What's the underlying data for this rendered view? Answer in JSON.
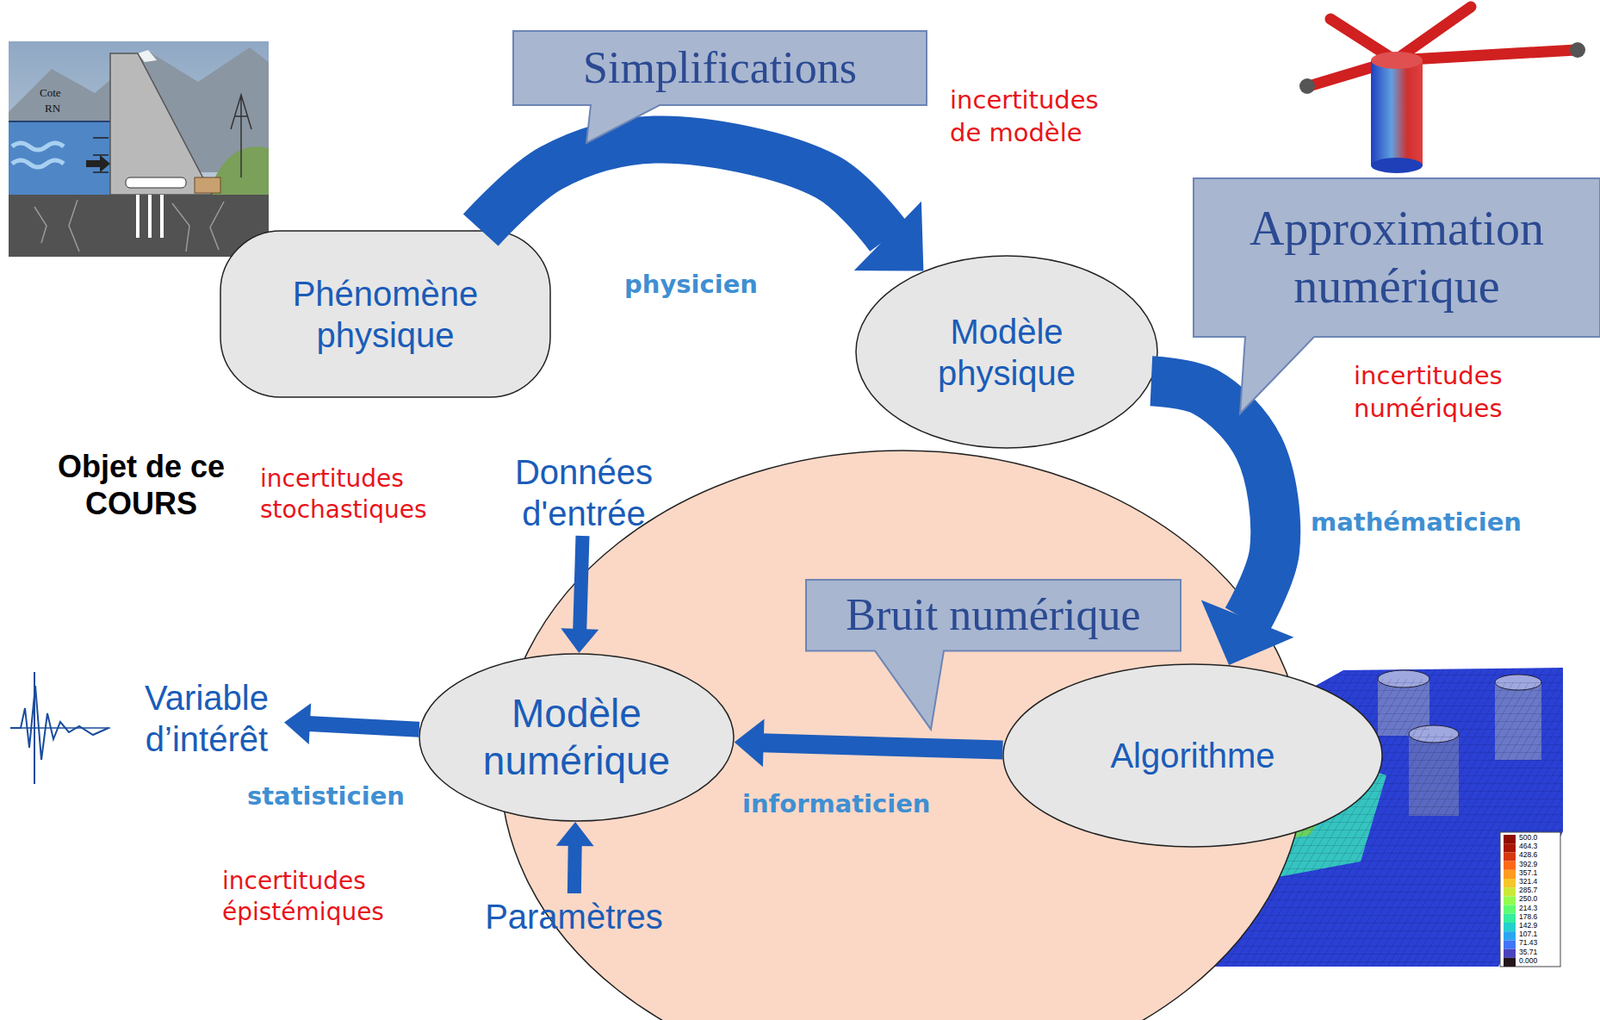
{
  "diagram": {
    "nodes": [
      {
        "text": [
          "Simplifications"
        ]
      },
      {
        "text": [
          "Phénomène physique"
        ]
      },
      {
        "text": [
          "Modèle physique"
        ]
      },
      {
        "text": [
          "Approximation numérique"
        ]
      },
      {
        "text": [
          "Objet de ce COURS"
        ]
      },
      {
        "text": [
          "Données d'entrée"
        ],
        "in": 4
      },
      {
        "text": [
          "Variable d’intérêt"
        ],
        "in": 4
      },
      {
        "text": [
          "Modèle numérique"
        ],
        "in": 4
      },
      {
        "text": [
          "Paramètres"
        ],
        "in": 4
      },
      {
        "text": [
          "Bruit numérique"
        ]
      },
      {
        "text": [
          "Algorithme"
        ]
      }
    ],
    "edges": [
      {
        "from": 1,
        "to": 2,
        "arrow": "to",
        "label": "physicien"
      },
      {
        "from": 2,
        "to": 10,
        "arrow": "to",
        "label": "mathématicien"
      },
      {
        "from": 10,
        "to": 7,
        "arrow": "to",
        "label": "informaticien"
      },
      {
        "from": 5,
        "to": 7,
        "arrow": "to"
      },
      {
        "from": 8,
        "to": 7,
        "arrow": "to"
      },
      {
        "from": 7,
        "to": 6,
        "arrow": "to",
        "label": "statisticien"
      }
    ],
    "labels": [
      "incertitudes de modèle",
      "incertitudes numériques",
      "incertitudes stochastiques",
      "incertitudes épistémiques",
      "Cote",
      "RN",
      "500.0",
      "464.3",
      "428.6",
      "392.9",
      "357.1",
      "321.4",
      "285.7",
      "250.0",
      "214.3",
      "178.6",
      "142.9",
      "107.1",
      "71.43",
      "35.71",
      "0.000"
    ]
  }
}
